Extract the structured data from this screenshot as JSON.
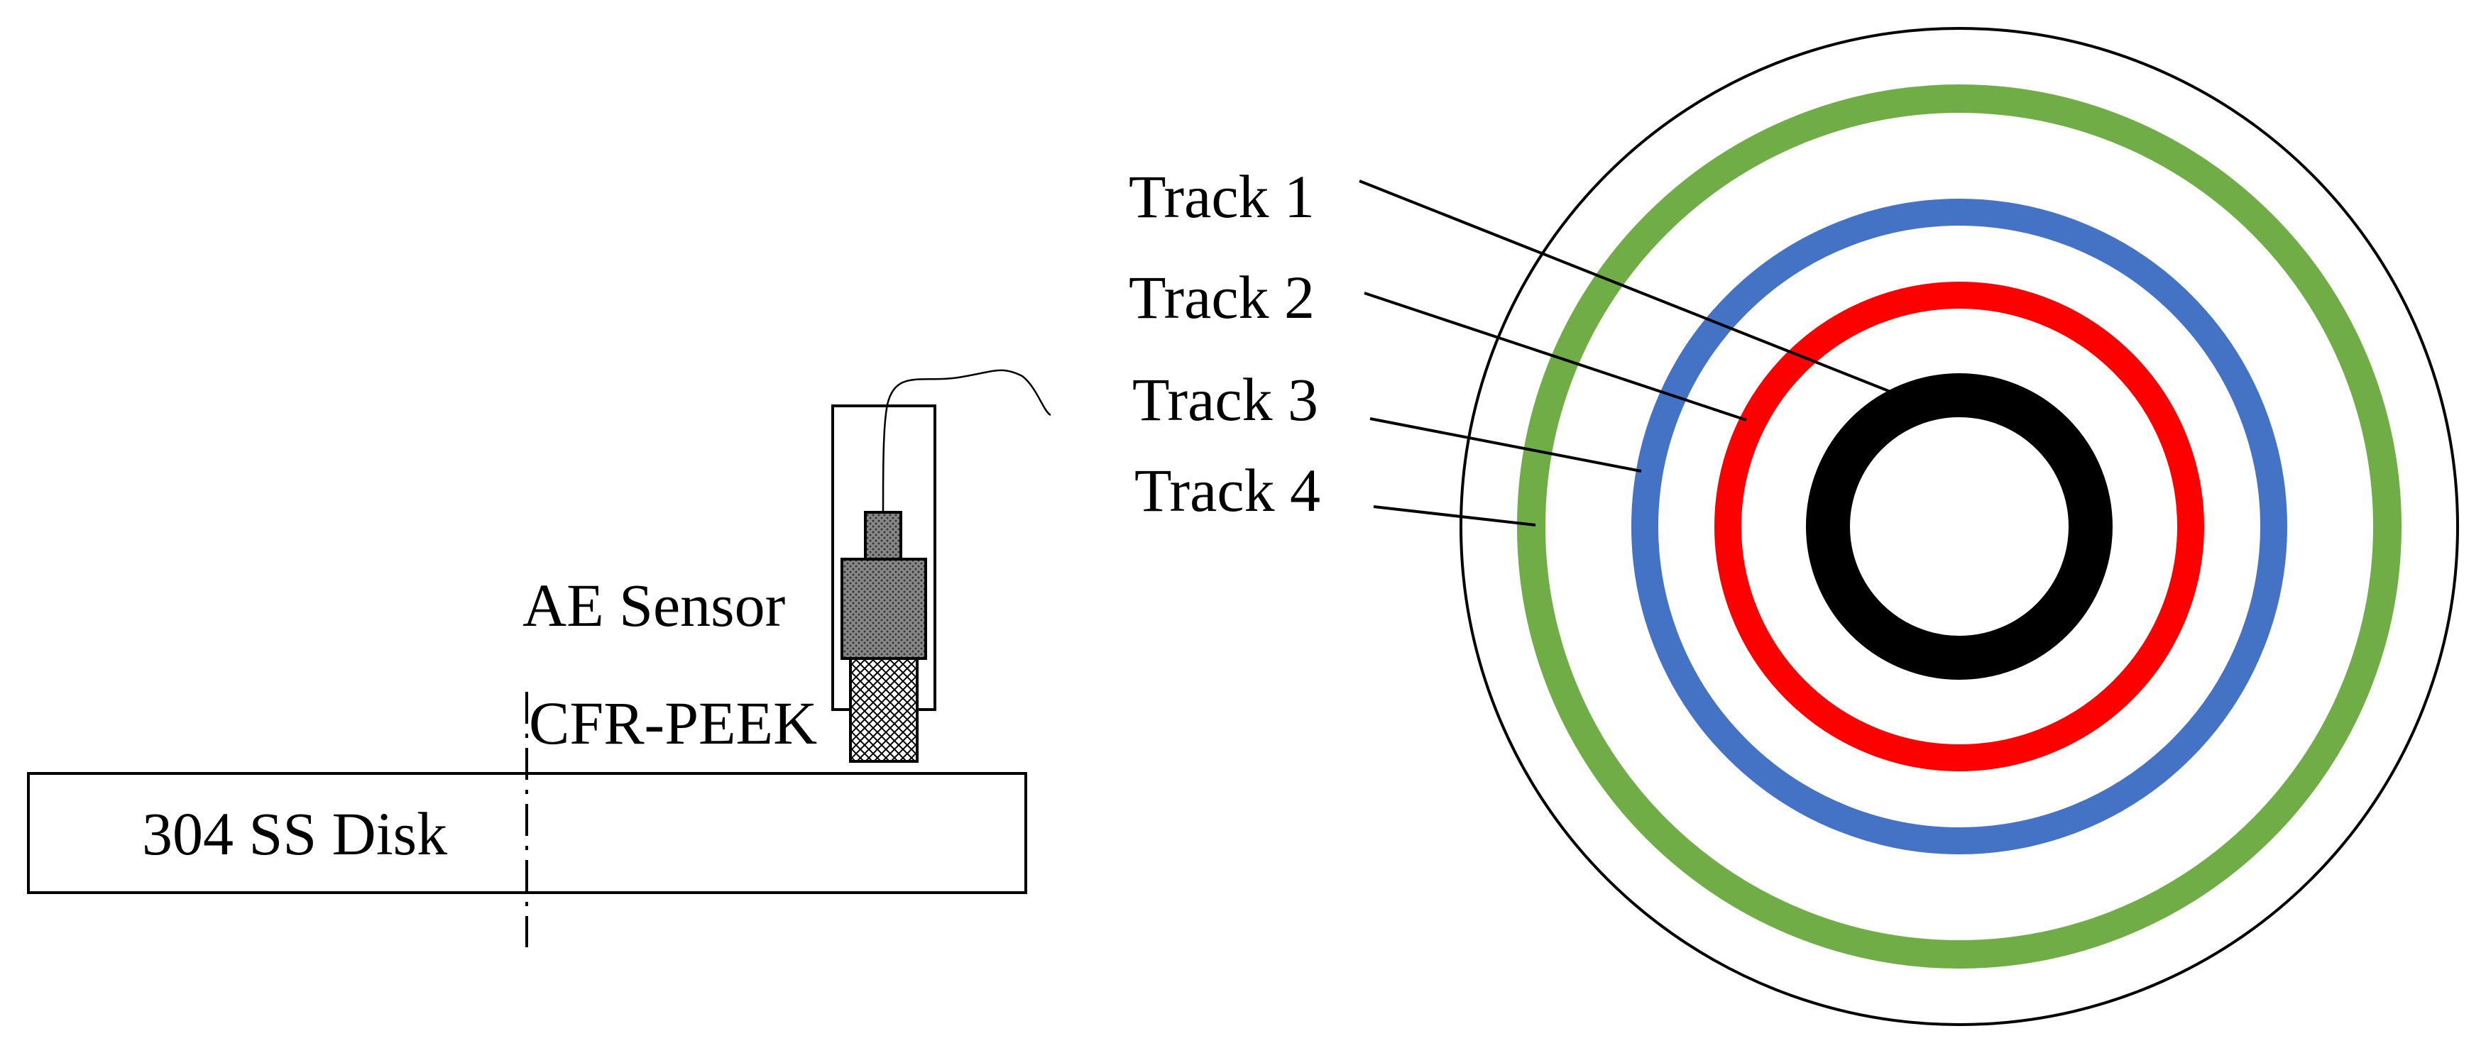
{
  "left_diagram": {
    "disk_label": "304 SS Disk",
    "sensor_label": "AE Sensor",
    "waveguide_label": "CFR-PEEK"
  },
  "tracks": [
    {
      "label": "Track 1",
      "color": "#000000"
    },
    {
      "label": "Track 2",
      "color": "#ff0000"
    },
    {
      "label": "Track 3",
      "color": "#4472c4"
    },
    {
      "label": "Track 4",
      "color": "#70ad47"
    }
  ],
  "disk_outline_color": "#000000"
}
